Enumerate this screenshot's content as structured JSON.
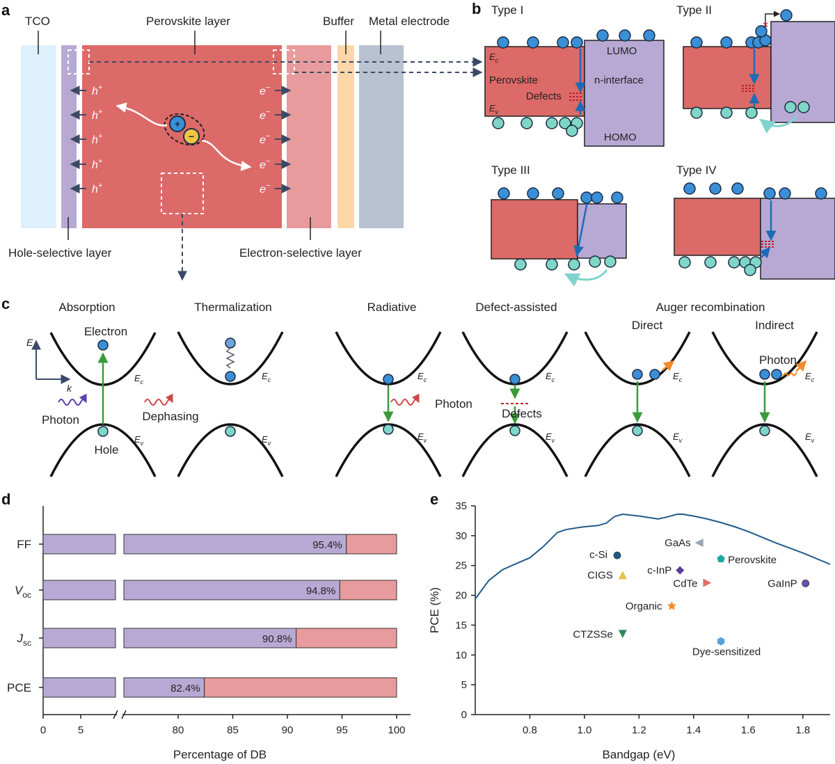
{
  "panels": {
    "a": {
      "letter": "a",
      "labels": {
        "tco": "TCO",
        "perovskite": "Perovskite layer",
        "buffer": "Buffer",
        "metal": "Metal electrode",
        "hsl": "Hole-selective layer",
        "esl": "Electron-selective layer"
      },
      "hole_sym": "h",
      "elec_sym": "e",
      "plus": "+",
      "minus": "−",
      "colors": {
        "tco": "#ddf0fb",
        "hsl": "#b7a9d4",
        "perovskite": "#dc6a68",
        "esl": "#e89b9c",
        "buffer": "#fdd7a8",
        "metal": "#b8c2d0"
      }
    },
    "b": {
      "letter": "b",
      "types": [
        "Type I",
        "Type II",
        "Type III",
        "Type IV"
      ],
      "ec": "E",
      "ec_sub": "c",
      "ev": "E",
      "ev_sub": "v",
      "perovskite": "Perovskite",
      "defects": "Defects",
      "lumo": "LUMO",
      "n_interface": "n-interface",
      "homo": "HOMO"
    },
    "c": {
      "letter": "c",
      "titles": {
        "absorption": "Absorption",
        "thermalization": "Thermalization",
        "radiative": "Radiative",
        "defect": "Defect-assisted",
        "auger": "Auger recombination",
        "direct": "Direct",
        "indirect": "Indirect"
      },
      "e_axis": "E",
      "k_axis": "k",
      "electron": "Electron",
      "hole": "Hole",
      "photon": "Photon",
      "dephasing": "Dephasing",
      "defects": "Defects",
      "ec": "E",
      "ec_sub": "c",
      "ev": "E",
      "ev_sub": "v"
    }
  },
  "chart_data": [
    {
      "panel": "d",
      "type": "bar",
      "orientation": "horizontal",
      "stacked": true,
      "categories": [
        "FF",
        "V",
        "J",
        "PCE"
      ],
      "category_subscripts": [
        "",
        "oc",
        "sc",
        ""
      ],
      "values": [
        95.4,
        94.8,
        90.8,
        82.4
      ],
      "value_labels": [
        "95.4%",
        "94.8%",
        "90.8%",
        "82.4%"
      ],
      "total": 100,
      "xlabel": "Percentage of DB",
      "xticks": [
        "0",
        "5",
        "80",
        "85",
        "90",
        "95",
        "100"
      ],
      "xaxis_break": true,
      "xlim": [
        0,
        100
      ],
      "colors": {
        "value": "#b7a9d4",
        "remainder": "#e89b9c"
      }
    },
    {
      "panel": "e",
      "type": "scatter",
      "xlabel": "Bandgap (eV)",
      "ylabel": "PCE (%)",
      "xlim": [
        0.6,
        1.9
      ],
      "ylim": [
        0,
        35
      ],
      "xticks": [
        "0.8",
        "1.0",
        "1.2",
        "1.4",
        "1.6",
        "1.8"
      ],
      "yticks": [
        "0",
        "5",
        "10",
        "15",
        "20",
        "25",
        "30",
        "35"
      ],
      "limit_curve": {
        "x": [
          0.6,
          0.65,
          0.7,
          0.75,
          0.8,
          0.85,
          0.9,
          0.93,
          0.97,
          1.0,
          1.05,
          1.08,
          1.11,
          1.14,
          1.2,
          1.27,
          1.3,
          1.34,
          1.36,
          1.4,
          1.45,
          1.5,
          1.55,
          1.6,
          1.7,
          1.8,
          1.9
        ],
        "y": [
          19.4,
          22.5,
          24.3,
          25.3,
          26.3,
          28.2,
          30.5,
          31.0,
          31.3,
          31.5,
          31.7,
          32.1,
          33.2,
          33.6,
          33.3,
          32.8,
          33.1,
          33.6,
          33.6,
          33.3,
          32.8,
          32.2,
          31.5,
          30.7,
          28.8,
          27.1,
          25.2
        ]
      },
      "points": [
        {
          "name": "GaAs",
          "x": 1.42,
          "y": 28.8,
          "marker": "triangle-left",
          "color": "#9aa4b2"
        },
        {
          "name": "c-Si",
          "x": 1.12,
          "y": 26.7,
          "marker": "circle",
          "color": "#1f5a8a"
        },
        {
          "name": "Perovskite",
          "x": 1.5,
          "y": 26.1,
          "marker": "pentagon",
          "color": "#1aa7a0"
        },
        {
          "name": "c-InP",
          "x": 1.35,
          "y": 24.2,
          "marker": "diamond",
          "color": "#5b3fa0"
        },
        {
          "name": "CIGS",
          "x": 1.14,
          "y": 23.4,
          "marker": "triangle-up",
          "color": "#e5c04a"
        },
        {
          "name": "CdTe",
          "x": 1.45,
          "y": 22.1,
          "marker": "triangle-right",
          "color": "#e06a6a"
        },
        {
          "name": "GaInP",
          "x": 1.81,
          "y": 22.0,
          "marker": "circle",
          "color": "#6a4fb0"
        },
        {
          "name": "Organic",
          "x": 1.32,
          "y": 18.2,
          "marker": "star",
          "color": "#f08a2a"
        },
        {
          "name": "CTZSSe",
          "x": 1.14,
          "y": 13.5,
          "marker": "triangle-down",
          "color": "#2e8b57"
        },
        {
          "name": "Dye-sensitized",
          "x": 1.5,
          "y": 12.3,
          "marker": "hexagon",
          "color": "#5aa0d8"
        }
      ]
    }
  ],
  "panel_letters": {
    "d": "d",
    "e": "e"
  }
}
